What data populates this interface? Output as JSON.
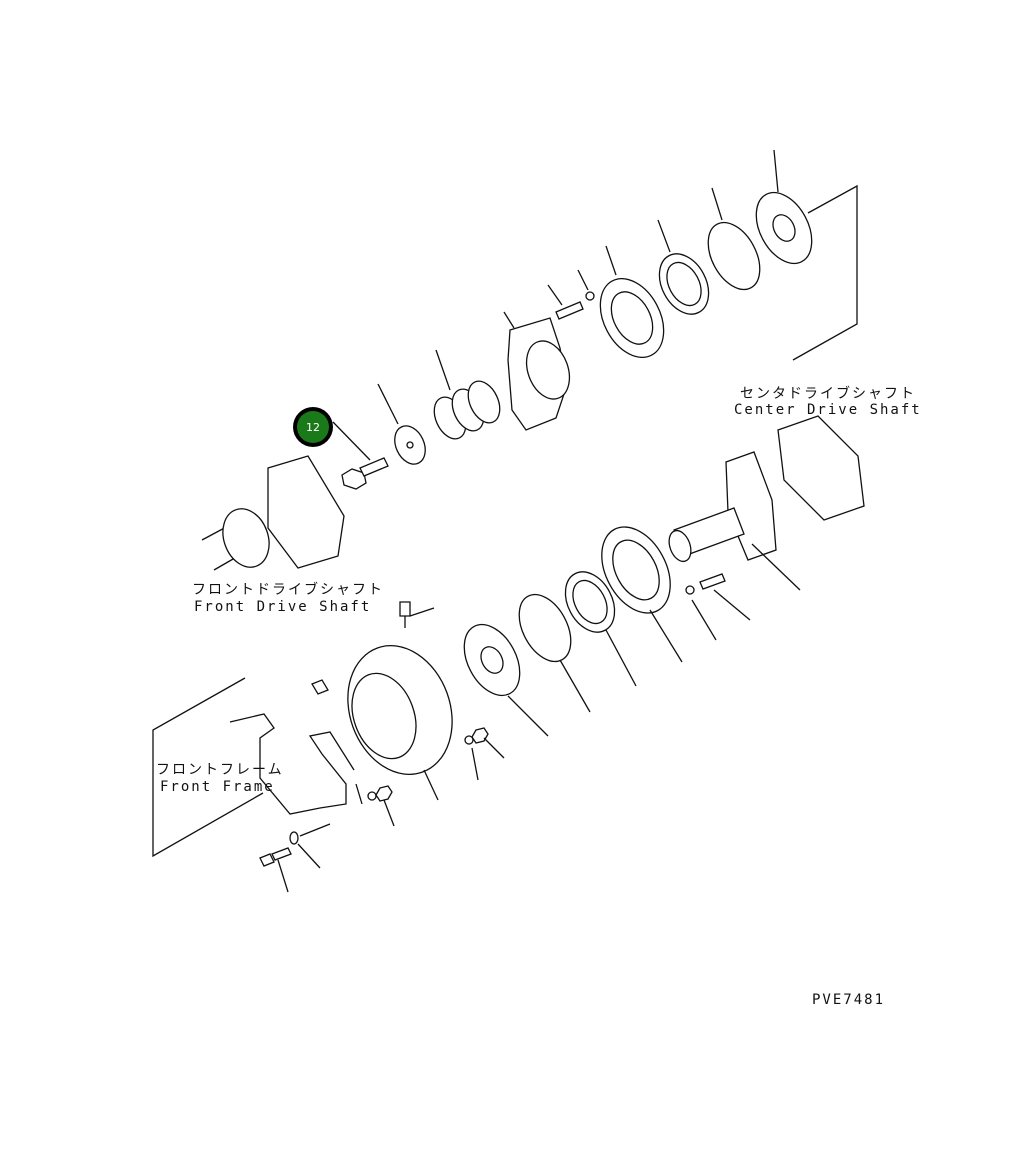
{
  "labels": {
    "center_shaft_jp": "センタドライブシャフト",
    "center_shaft_en": "Center Drive Shaft",
    "front_shaft_jp": "フロントドライブシャフト",
    "front_shaft_en": "Front Drive Shaft",
    "front_frame_jp": "フロントフレーム",
    "front_frame_en": "Front Frame"
  },
  "callout": {
    "number": "12",
    "color": "#1a7a1a"
  },
  "drawing_code": "PVE7481"
}
